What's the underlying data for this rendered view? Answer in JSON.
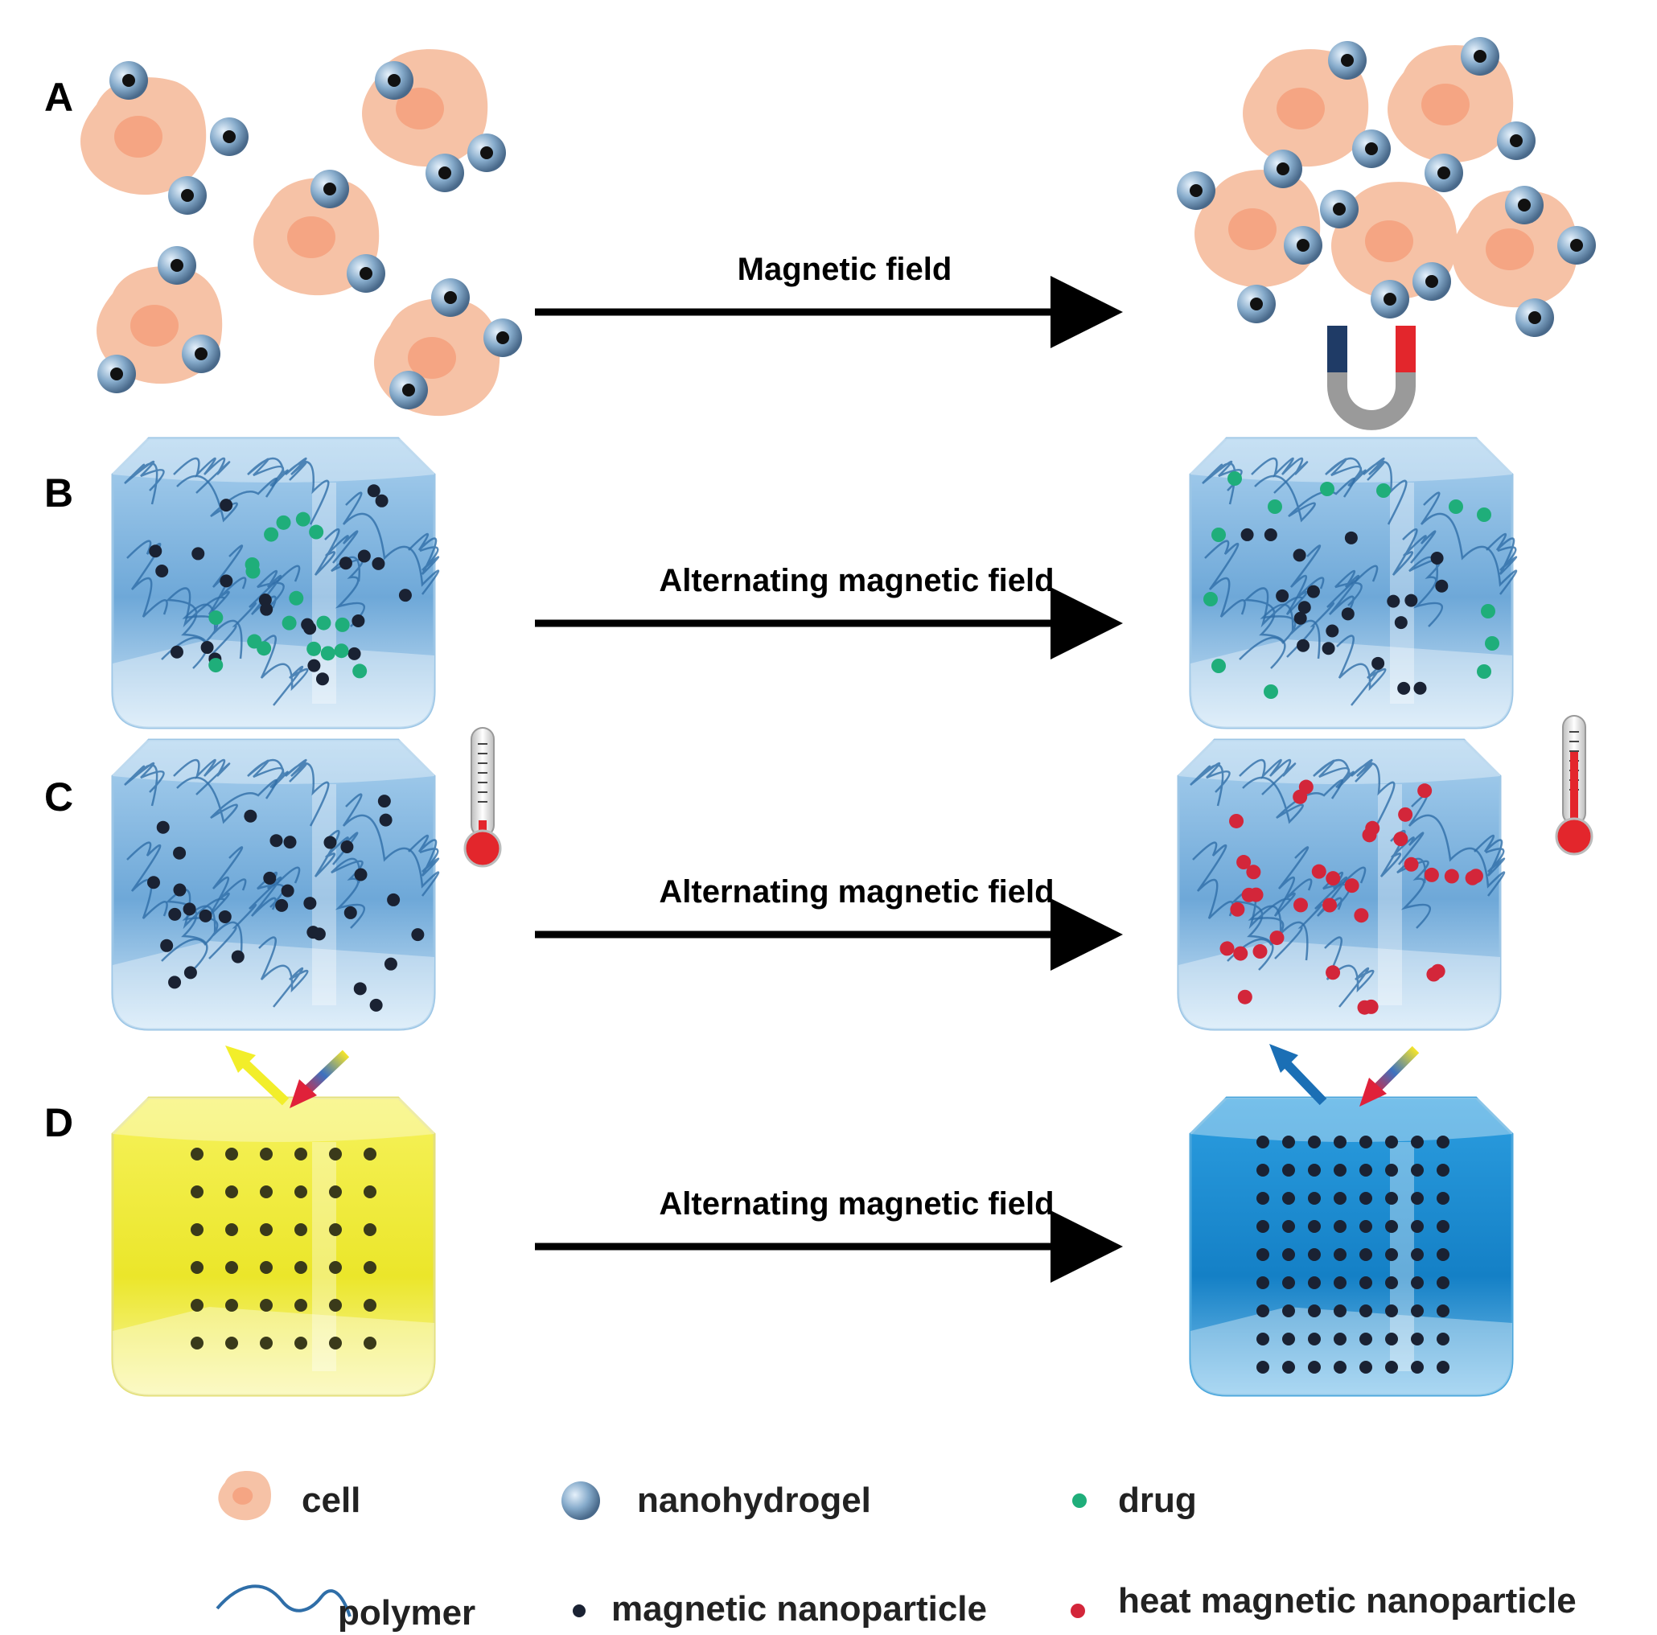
{
  "panels": [
    {
      "label": "A",
      "arrow_label": "Magnetic field"
    },
    {
      "label": "B",
      "arrow_label": "Alternating magnetic field"
    },
    {
      "label": "C",
      "arrow_label": "Alternating magnetic field"
    },
    {
      "label": "D",
      "arrow_label": "Alternating magnetic field"
    }
  ],
  "legend": {
    "cell": "cell",
    "nanohydrogel": "nanohydrogel",
    "drug": "drug",
    "polymer": "polymer",
    "magnetic_nanoparticle": "magnetic nanoparticle",
    "heat_magnetic_nanoparticle": "heat magnetic nanoparticle"
  },
  "colors": {
    "cell": "#f6c2a6",
    "cell_nucleus": "#f4a07c",
    "nanohydrogel": "#7fa6c8",
    "gel": "#8dbbe0",
    "polymer": "#2f6ea8",
    "drug": "#1fae7a",
    "magnetic_nanoparticle": "#1a2233",
    "heat_nanoparticle": "#d3263a",
    "yellow_gel": "#f2ee2a",
    "blue_gel": "#1b8ed0",
    "magnet_north": "#1f3b66",
    "magnet_south": "#e3262c",
    "magnet_body": "#9a9a9a"
  }
}
